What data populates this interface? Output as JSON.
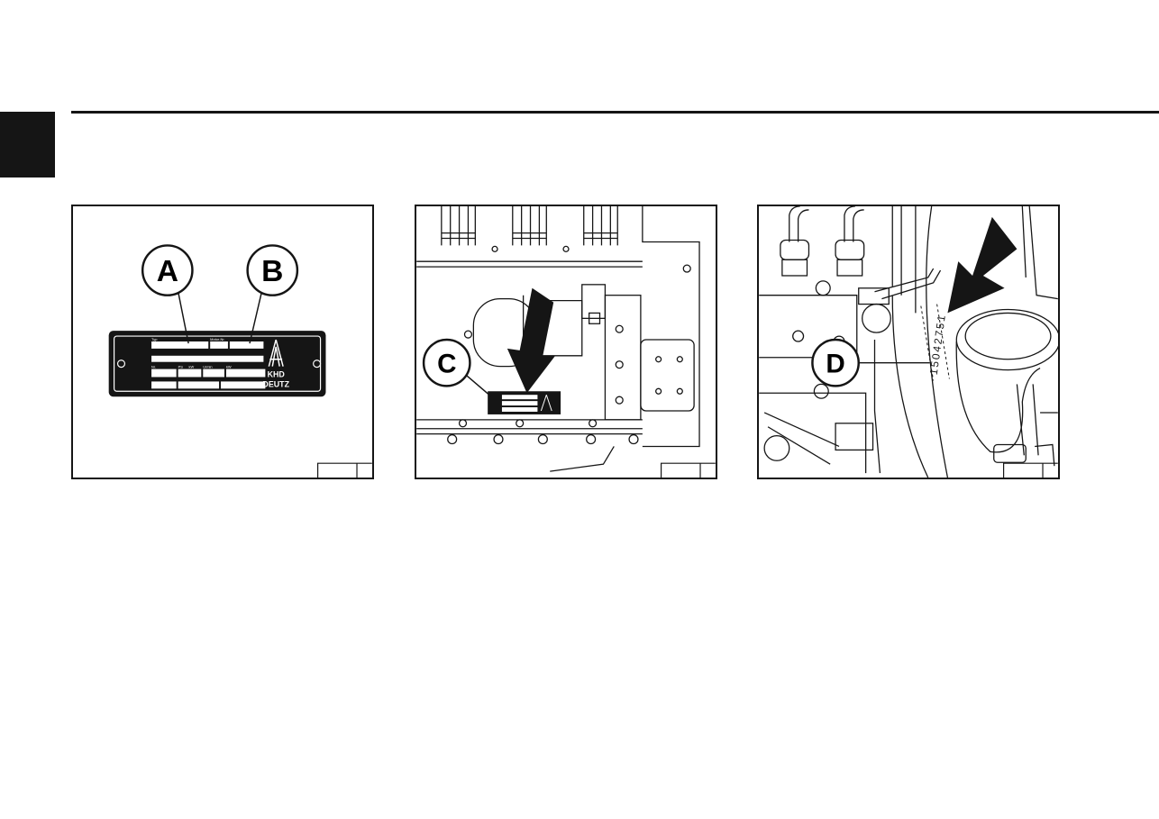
{
  "header": {
    "tab_marker_color": "#151515"
  },
  "figures": [
    {
      "callouts": [
        "A",
        "B"
      ],
      "plate": {
        "field_labels": [
          "Typ",
          "Motor-Nr.",
          "Nr.",
          "PS",
          "kW",
          "U/min",
          "kW"
        ],
        "logo_top": "KHD",
        "logo_bottom": "DEUTZ"
      }
    },
    {
      "callouts": [
        "C"
      ]
    },
    {
      "callouts": [
        "D"
      ],
      "engraved_number": "15042751"
    }
  ]
}
